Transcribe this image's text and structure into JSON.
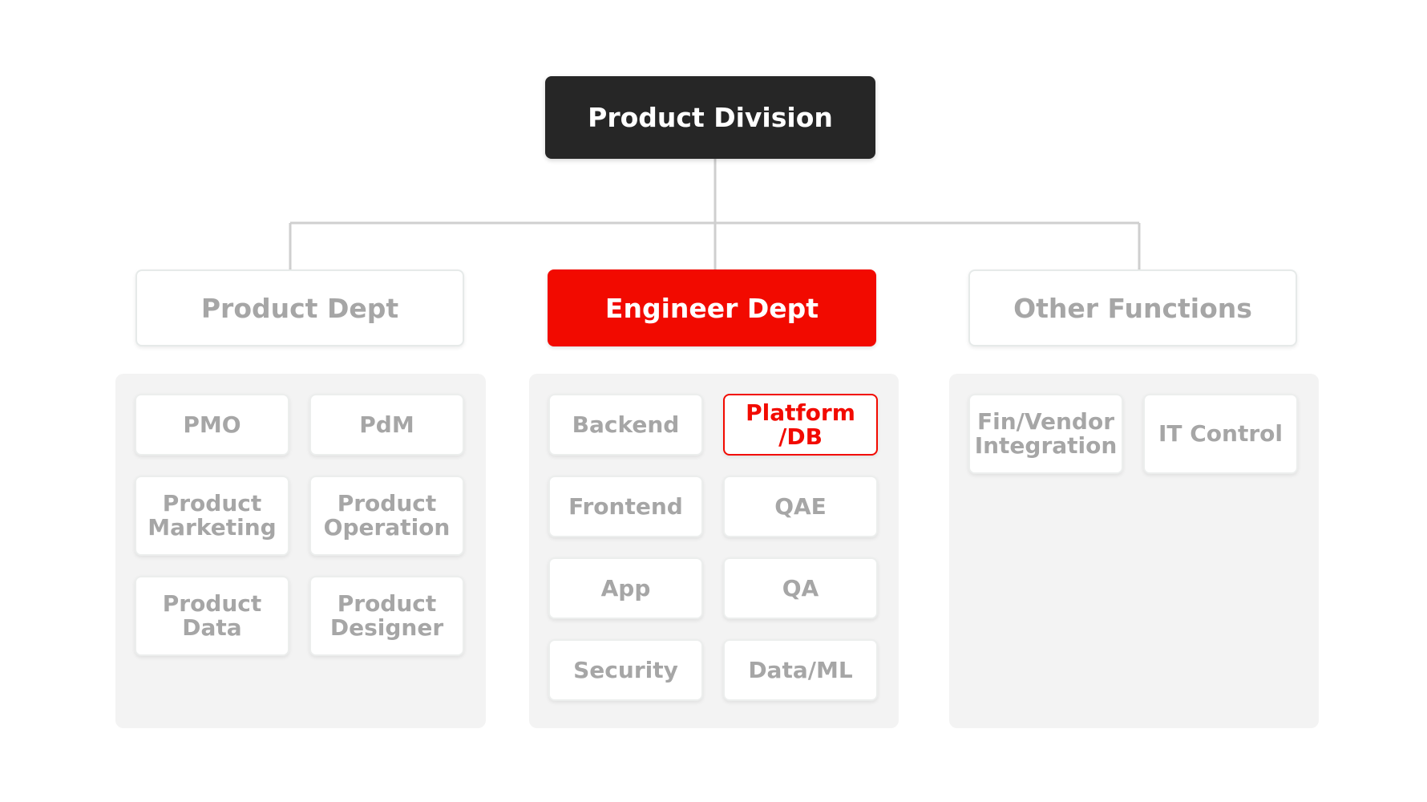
{
  "colors": {
    "root_background": "#262626",
    "active_accent": "#f20a00",
    "muted_text": "#a6a6a6",
    "connector_line": "#cfcfcf",
    "panel_background": "#f3f3f3"
  },
  "root": {
    "label": "Product Division"
  },
  "departments": [
    {
      "label": "Product Dept",
      "active": false,
      "teams": [
        "PMO",
        "PdM",
        "Product\nMarketing",
        "Product\nOperation",
        "Product\nData",
        "Product\nDesigner"
      ]
    },
    {
      "label": "Engineer Dept",
      "active": true,
      "teams": [
        "Backend",
        "Platform\n/DB",
        "Frontend",
        "QAE",
        "App",
        "QA",
        "Security",
        "Data/ML"
      ],
      "highlighted_team": "Platform\n/DB"
    },
    {
      "label": "Other Functions",
      "active": false,
      "teams": [
        "Fin/Vendor\nIntegration",
        "IT Control"
      ]
    }
  ]
}
